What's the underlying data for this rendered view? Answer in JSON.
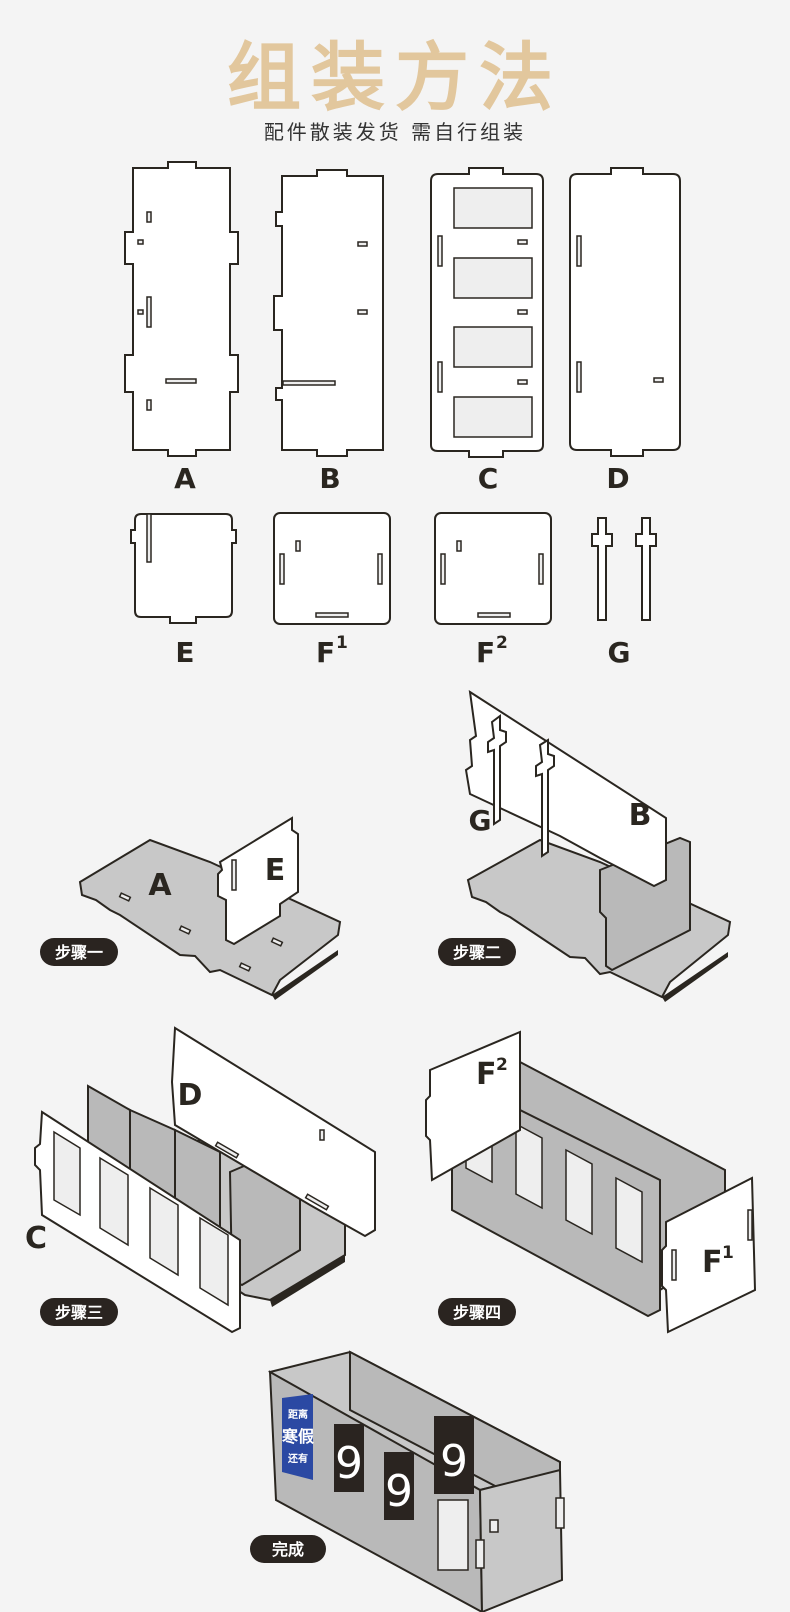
{
  "header": {
    "title": "组装方法",
    "subtitle": "配件散装发货 需自行组装"
  },
  "parts": {
    "A": "A",
    "B": "B",
    "C": "C",
    "D": "D",
    "E": "E",
    "F1": "F",
    "F1_sup": "1",
    "F2": "F",
    "F2_sup": "2",
    "G": "G"
  },
  "steps": {
    "step1": "步骤一",
    "step2": "步骤二",
    "step3": "步骤三",
    "step4": "步骤四",
    "done": "完成"
  },
  "final_display": {
    "poster_line1": "距离",
    "poster_line2": "寒假",
    "poster_line3": "还有",
    "digit1": "9",
    "digit2": "9",
    "digit3": "9"
  },
  "colors": {
    "title": "#e2c79d",
    "outline": "#2a2620",
    "badge": "#2a2420",
    "poster": "#2b49a3"
  }
}
